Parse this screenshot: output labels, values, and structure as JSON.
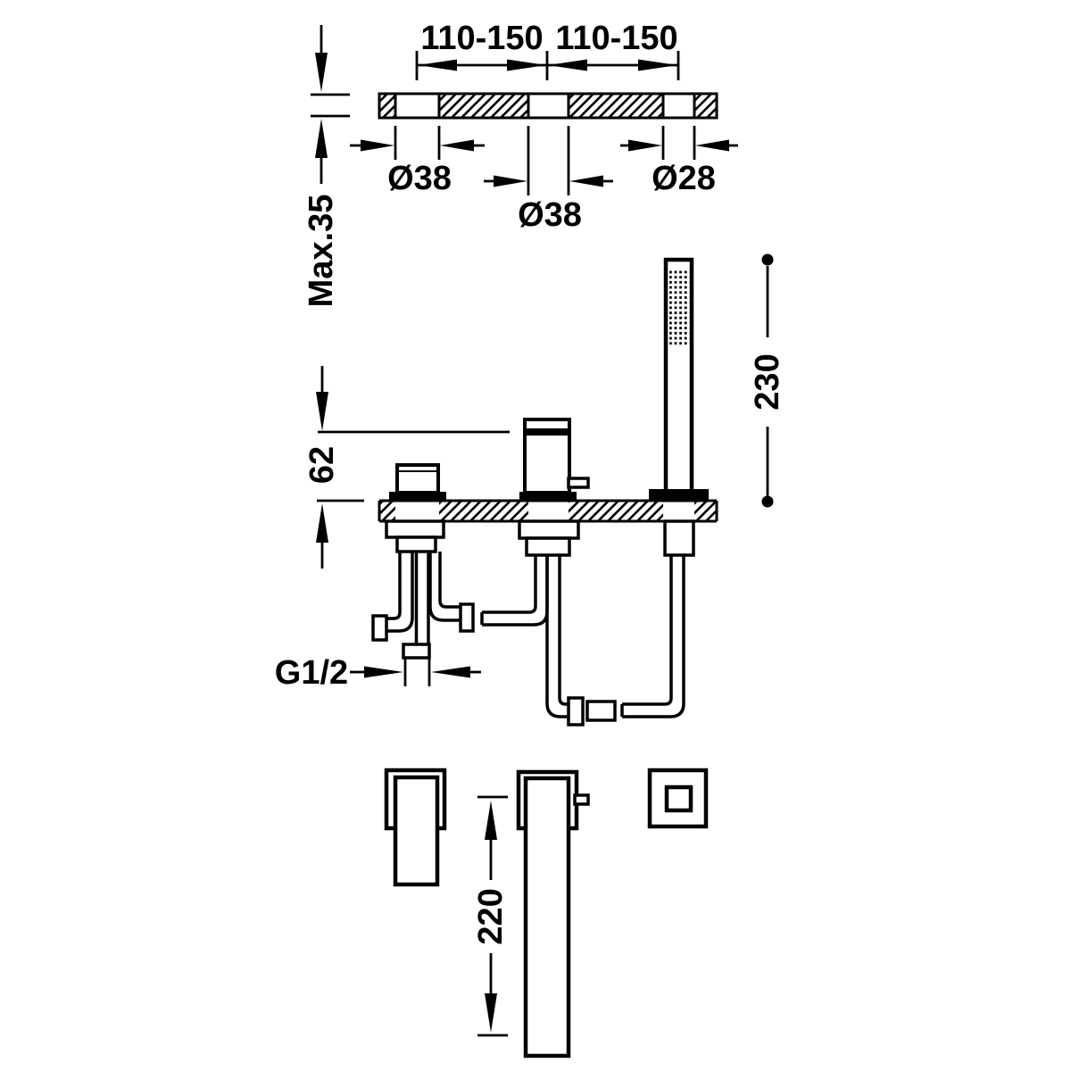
{
  "diagram": {
    "type": "bath-mixer-installation-technical-drawing",
    "colors": {
      "line": "#000000",
      "background": "#ffffff"
    },
    "dimensions": {
      "hole_spacing_left": "110-150",
      "hole_spacing_right": "110-150",
      "hole_left_diameter": "Ø38",
      "hole_center_diameter": "Ø38",
      "hole_right_diameter": "Ø28",
      "deck_thickness_max": "Max.35",
      "body_height_above_deck": "62",
      "handshower_height": "230",
      "connection_thread": "G1/2",
      "spout_drop_length": "220"
    }
  }
}
